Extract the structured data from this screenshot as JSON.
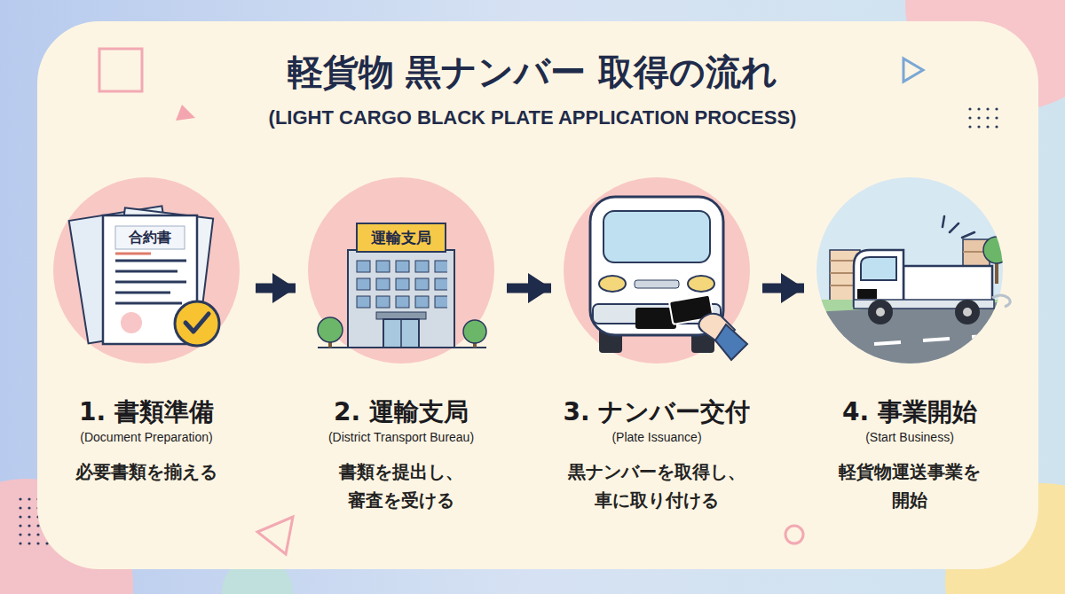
{
  "diagram": {
    "title": "軽貨物 黒ナンバー 取得の流れ",
    "nodes": [
      {
        "text": [
          "1. 書類準備",
          "(Document Preparation)",
          "必要書類を揃える"
        ]
      },
      {
        "text": [
          "2. 運輸支局",
          "(District Transport Bureau)",
          "書類を提出し、審査を受ける"
        ]
      },
      {
        "text": [
          "3. ナンバー交付",
          "(Plate Issuance)",
          "黒ナンバーを取得し、車に取り付ける"
        ]
      },
      {
        "text": [
          "4. 事業開始",
          "(Start Business)",
          "軽貨物運送事業を開始"
        ]
      }
    ],
    "edges": [
      {
        "from": 0,
        "to": 1,
        "arrow": "to"
      },
      {
        "from": 1,
        "to": 2,
        "arrow": "to"
      },
      {
        "from": 2,
        "to": 3,
        "arrow": "to"
      }
    ],
    "labels": [
      "(LIGHT CARGO BLACK PLATE APPLICATION PROCESS)",
      "合約書",
      "運輸支局"
    ]
  }
}
